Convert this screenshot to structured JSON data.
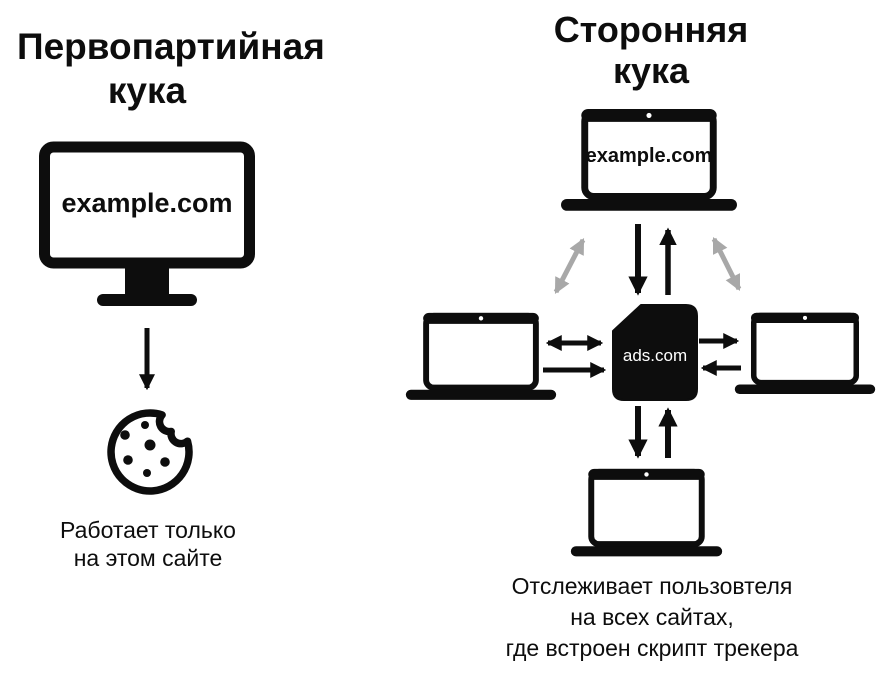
{
  "diagram": {
    "left_panel": {
      "title": [
        "Первопартийная",
        "кука"
      ],
      "site_label": "example.com",
      "caption": [
        "Работает только",
        "на этом сайте"
      ]
    },
    "right_panel": {
      "title": [
        "Сторонняя",
        "кука"
      ],
      "site_label": "example.com",
      "tracker_label": "ads.com",
      "caption": [
        "Отслеживает пользовтеля",
        "на всех сайтах,",
        "где встроен скрипт трекера"
      ]
    },
    "icons": [
      "desktop-monitor-icon",
      "cookie-icon",
      "laptop-icon",
      "tracker-card-icon",
      "arrow-down-icon",
      "arrow-up-icon",
      "double-arrow-icon",
      "gray-double-arrow-icon"
    ],
    "colors": {
      "ink": "#0d0d0d",
      "gray_arrow": "#a8a8a8",
      "background": "#ffffff",
      "tracker_text": "#ffffff"
    }
  }
}
